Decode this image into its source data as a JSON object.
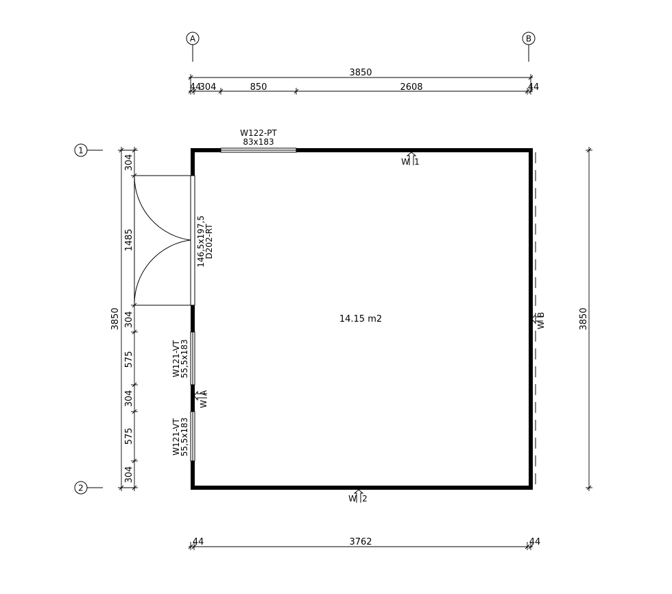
{
  "grid": {
    "columns": [
      "A",
      "B"
    ],
    "rows": [
      "1",
      "2"
    ]
  },
  "dimensions": {
    "top_overall": "3850",
    "top_segments": [
      "44",
      "304",
      "850",
      "2608",
      "44"
    ],
    "bottom_segments": [
      "44",
      "3762",
      "44"
    ],
    "left_overall": "3850",
    "left_segments": [
      "304",
      "1485",
      "304",
      "575",
      "304",
      "575",
      "304"
    ],
    "right_overall": "3850"
  },
  "room": {
    "area": "14.15 m2"
  },
  "openings": {
    "top_window": {
      "code": "W122-PT",
      "size": "83x183"
    },
    "door": {
      "size": "146,5x197,5",
      "code": "D202-RT"
    },
    "left_window_1": {
      "code": "W121-VT",
      "size": "55,5x183"
    },
    "left_window_2": {
      "code": "W121-VT",
      "size": "55,5x183"
    }
  },
  "wall_tags": {
    "top": "W",
    "top_num": "1",
    "bottom": "W",
    "bottom_num": "2",
    "left": "W",
    "left_letter": "A",
    "right": "W",
    "right_letter": "B"
  }
}
